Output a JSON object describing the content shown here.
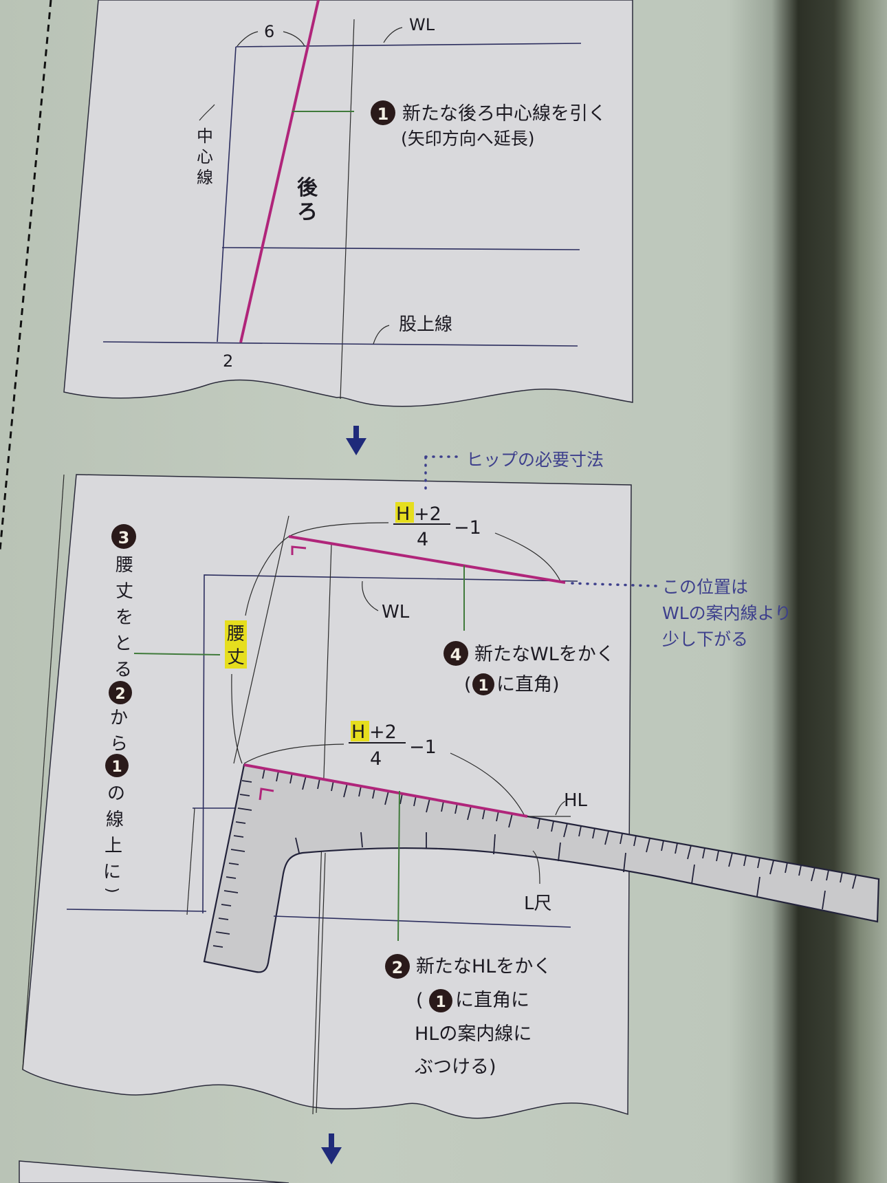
{
  "diagram": {
    "panel_top": {
      "labels": {
        "dim_6": "6",
        "wl": "WL",
        "center_line_vertical": [
          "中",
          "心",
          "線"
        ],
        "back": [
          "後",
          "ろ"
        ],
        "crotch_line": "股上線",
        "dim_2": "2"
      },
      "steps": [
        {
          "number": "1",
          "line1": "新たな後ろ中心線を引く",
          "line2": "(矢印方向へ延長)"
        }
      ]
    },
    "panel_bottom": {
      "callout_top": "ヒップの必要寸法",
      "formula_top": {
        "numerator_h": "H",
        "numerator_rest": "+2",
        "denominator": "4",
        "suffix": "−1"
      },
      "wl_label": "WL",
      "position_note": [
        "この位置は",
        "WLの案内線より",
        "少し下がる"
      ],
      "step3": {
        "number": "3",
        "vertical_text": [
          "腰",
          "丈",
          "を",
          "と",
          "る",
          "("
        ],
        "badge2": "2",
        "vertical_text_2": [
          "か",
          "ら"
        ],
        "badge1": "1",
        "vertical_text_3": [
          "の",
          "線",
          "上",
          "に",
          ")"
        ]
      },
      "hip_length_label": [
        "腰",
        "丈"
      ],
      "step4": {
        "number": "4",
        "line1": "新たなWLをかく",
        "line2_pre": "(",
        "line2_badge": "1",
        "line2_post": "に直角)"
      },
      "formula_mid": {
        "numerator_h": "H",
        "numerator_rest": "+2",
        "denominator": "4",
        "suffix": "−1"
      },
      "hl_label": "HL",
      "ruler_label": "L尺",
      "step2": {
        "number": "2",
        "line1": "新たなHLをかく",
        "line2_pre": "(",
        "line2_badge": "1",
        "line2_post": "に直角に",
        "line3": "HLの案内線に",
        "line4": "ぶつける)"
      }
    },
    "arrows": [
      "down-arrow",
      "down-arrow"
    ],
    "colors": {
      "background": "#c3ccc0",
      "panel": "#d9d9dc",
      "pattern_line": "#2b2d5e",
      "new_line_magenta": "#b0257a",
      "leader_green": "#3f7a3a",
      "note_blue": "#3d3f8c",
      "highlight_yellow": "#e6de1e",
      "arrow_navy": "#1f2a7a"
    }
  }
}
